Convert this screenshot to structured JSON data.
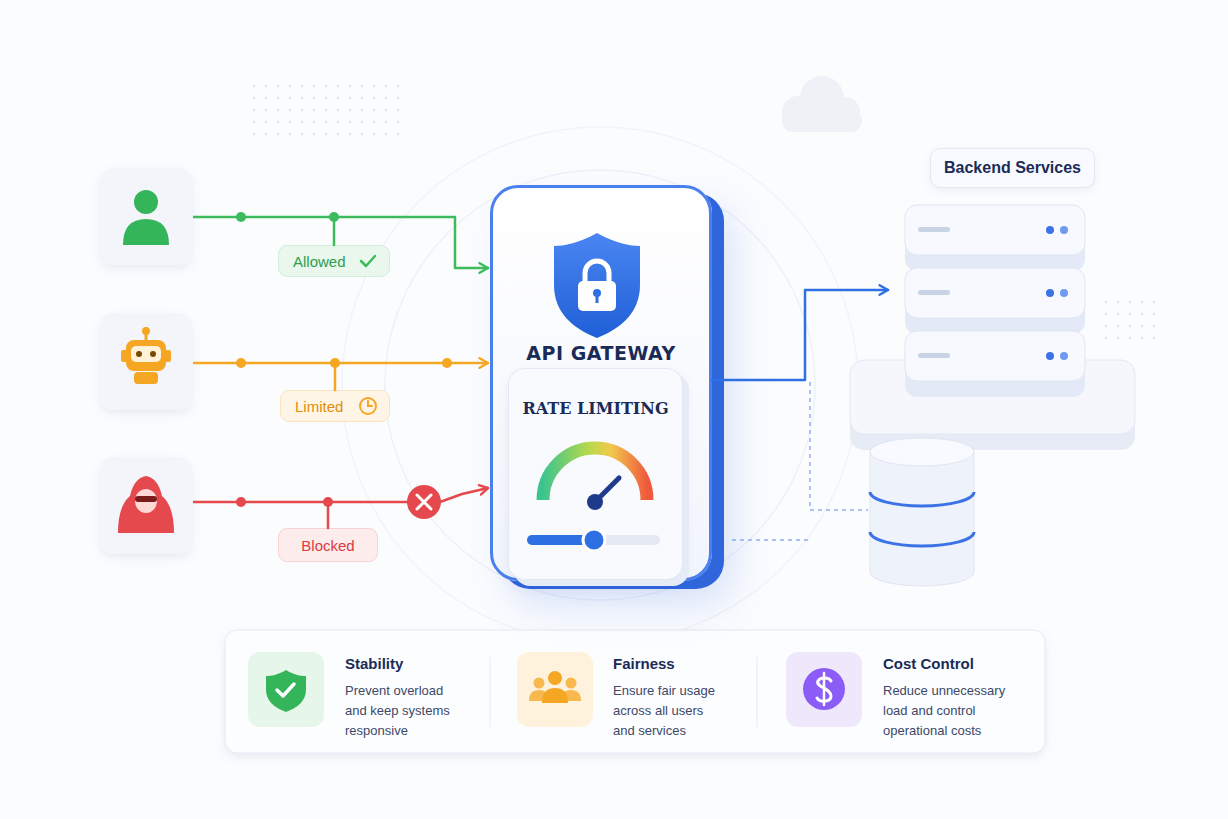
{
  "diagram": {
    "nodes": [
      {
        "text": [
          "Allowed"
        ]
      },
      {
        "text": [
          "Limited"
        ]
      },
      {
        "text": [
          "Blocked"
        ]
      },
      {
        "text": [
          "API GATEWAY"
        ]
      },
      {
        "text": [
          "RATE LIMITING"
        ],
        "in": 3
      },
      {
        "text": [
          "Backend Services"
        ]
      },
      {
        "text": [
          "Stability",
          "Prevent overload and keep systems responsive"
        ]
      },
      {
        "text": [
          "Fairness",
          "Ensure fair usage across all users and services"
        ]
      },
      {
        "text": [
          "Cost Control",
          "Reduce unnecessary load and control operational costs"
        ]
      }
    ],
    "edges": [
      {
        "from": 0,
        "to": 3,
        "arrow": "to"
      },
      {
        "from": 1,
        "to": 3,
        "arrow": "to"
      },
      {
        "from": 2,
        "to": 3,
        "arrow": "to"
      },
      {
        "from": 3,
        "to": 5,
        "arrow": "to"
      }
    ]
  }
}
